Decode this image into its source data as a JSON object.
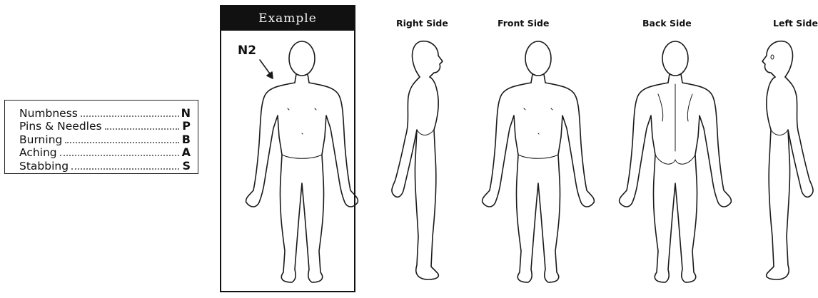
{
  "legend": {
    "items": [
      {
        "label": "Numbness",
        "code": "N"
      },
      {
        "label": "Pins & Needles",
        "code": "P"
      },
      {
        "label": "Burning",
        "code": "B"
      },
      {
        "label": "Aching",
        "code": "A"
      },
      {
        "label": "Stabbing",
        "code": "S"
      }
    ]
  },
  "example": {
    "header": "Example",
    "annotation": "N2"
  },
  "views": {
    "right": "Right Side",
    "front": "Front Side",
    "back": "Back Side",
    "left": "Left Side"
  },
  "icons": {
    "annotation_arrow": "arrow-icon"
  }
}
